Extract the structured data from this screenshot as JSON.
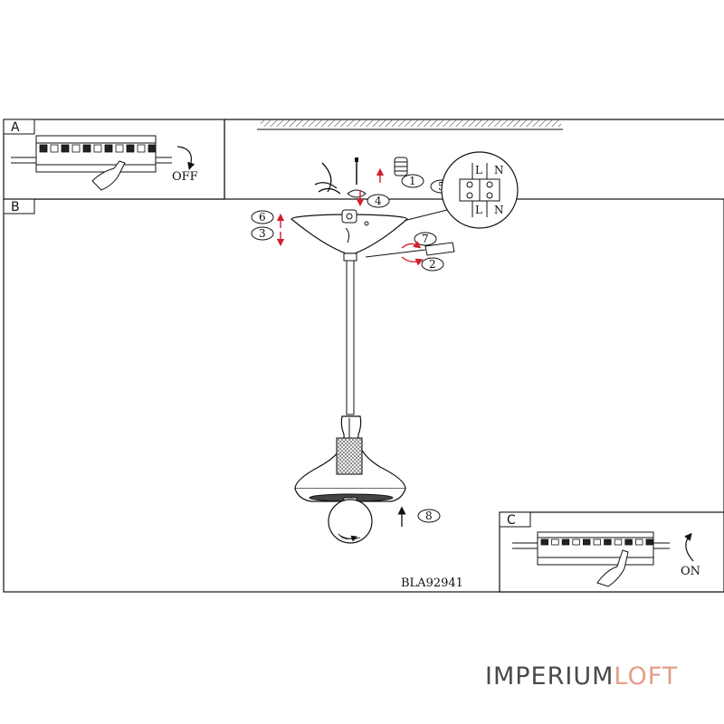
{
  "panels": {
    "a": {
      "letter": "A",
      "label": "OFF"
    },
    "b": {
      "letter": "B",
      "model": "BLA92941"
    },
    "c": {
      "letter": "C",
      "label": "ON"
    }
  },
  "steps": [
    "1",
    "2",
    "3",
    "4",
    "5",
    "6",
    "7",
    "8"
  ],
  "terminal_labels": [
    "L",
    "N",
    "L",
    "N"
  ],
  "brand": {
    "part1": "IMPERIUM",
    "part2": "LOFT"
  },
  "colors": {
    "line": "#111111",
    "arrow": "#d0202a",
    "brand_gray": "#4a4a4a",
    "brand_accent": "#e2a08a"
  }
}
